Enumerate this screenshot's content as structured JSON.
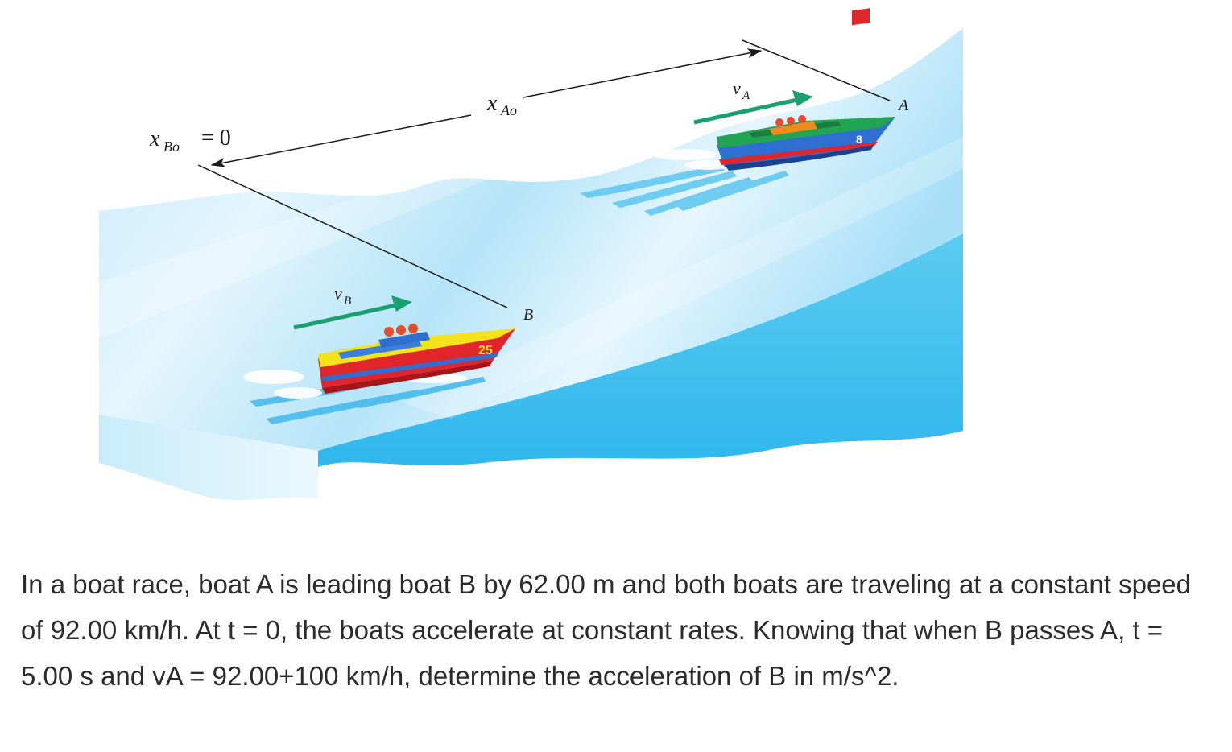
{
  "figure": {
    "label_xBo": {
      "var": "x",
      "sub": "Bo",
      "rest": "= 0"
    },
    "label_xAo": {
      "var": "x",
      "sub": "Ao"
    },
    "label_vA": {
      "var": "v",
      "sub": "A"
    },
    "label_vB": {
      "var": "v",
      "sub": "B"
    },
    "label_A": "A",
    "label_B": "B",
    "boat_A_number": "8",
    "boat_B_number": "25",
    "colors": {
      "water_light": "#dff3fd",
      "water_mid": "#a9e0f8",
      "water_dark": "#44c0ee",
      "arrow_green": "#18a06e",
      "boat_A_hull_blue": "#2e6fd1",
      "boat_A_deck_green": "#22a455",
      "boat_B_hull_red": "#e0262b",
      "boat_B_deck_yellow": "#f4e21b"
    }
  },
  "problem_text": "In a boat race, boat A is leading boat B by 62.00 m and both boats are traveling at a constant speed of 92.00 km/h. At t = 0, the boats accelerate at constant rates. Knowing that when B passes A, t = 5.00 s and vA = 92.00+100 km/h, determine the acceleration of B in m/s^2."
}
